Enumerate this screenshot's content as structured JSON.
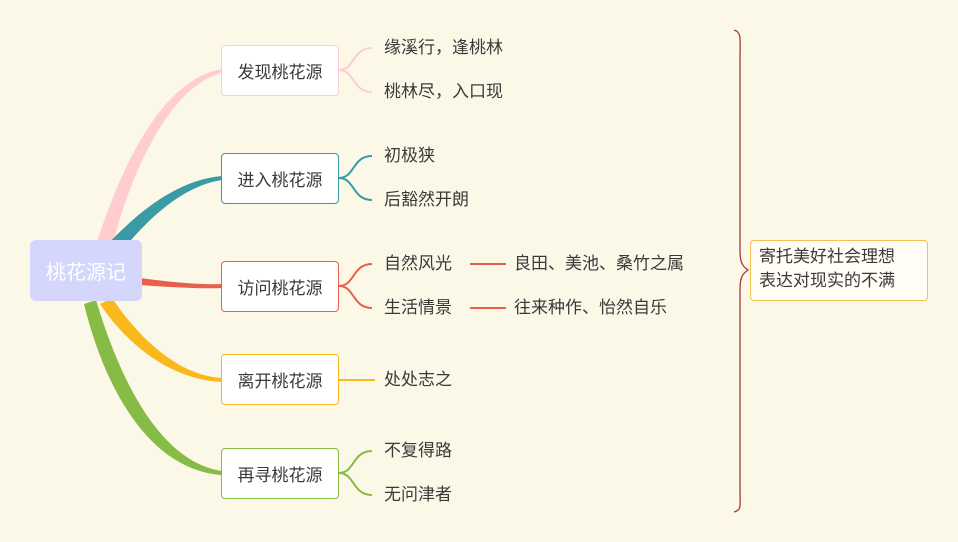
{
  "root": {
    "label": "桃花源记"
  },
  "branches": [
    {
      "label": "发现桃花源",
      "color": "#ffcdd0",
      "leaves": [
        {
          "label": "缘溪行，逢桃林"
        },
        {
          "label": "桃林尽，入口现"
        }
      ]
    },
    {
      "label": "进入桃花源",
      "color": "#3a9aa5",
      "leaves": [
        {
          "label": "初极狭"
        },
        {
          "label": "后豁然开朗"
        }
      ]
    },
    {
      "label": "访问桃花源",
      "color": "#e8604c",
      "leaves": [
        {
          "label": "自然风光",
          "detail": "良田、美池、桑竹之属"
        },
        {
          "label": "生活情景",
          "detail": "往来种作、怡然自乐"
        }
      ]
    },
    {
      "label": "离开桃花源",
      "color": "#f9b81c",
      "leaves": [
        {
          "label": "处处志之"
        }
      ]
    },
    {
      "label": "再寻桃花源",
      "color": "#86bb45",
      "leaves": [
        {
          "label": "不复得路"
        },
        {
          "label": "无问津者"
        }
      ]
    }
  ],
  "summary": {
    "lines": [
      "寄托美好社会理想",
      "表达对现实的不满"
    ],
    "brace_color": "#a33a3a",
    "border_color": "#f2c14e"
  }
}
